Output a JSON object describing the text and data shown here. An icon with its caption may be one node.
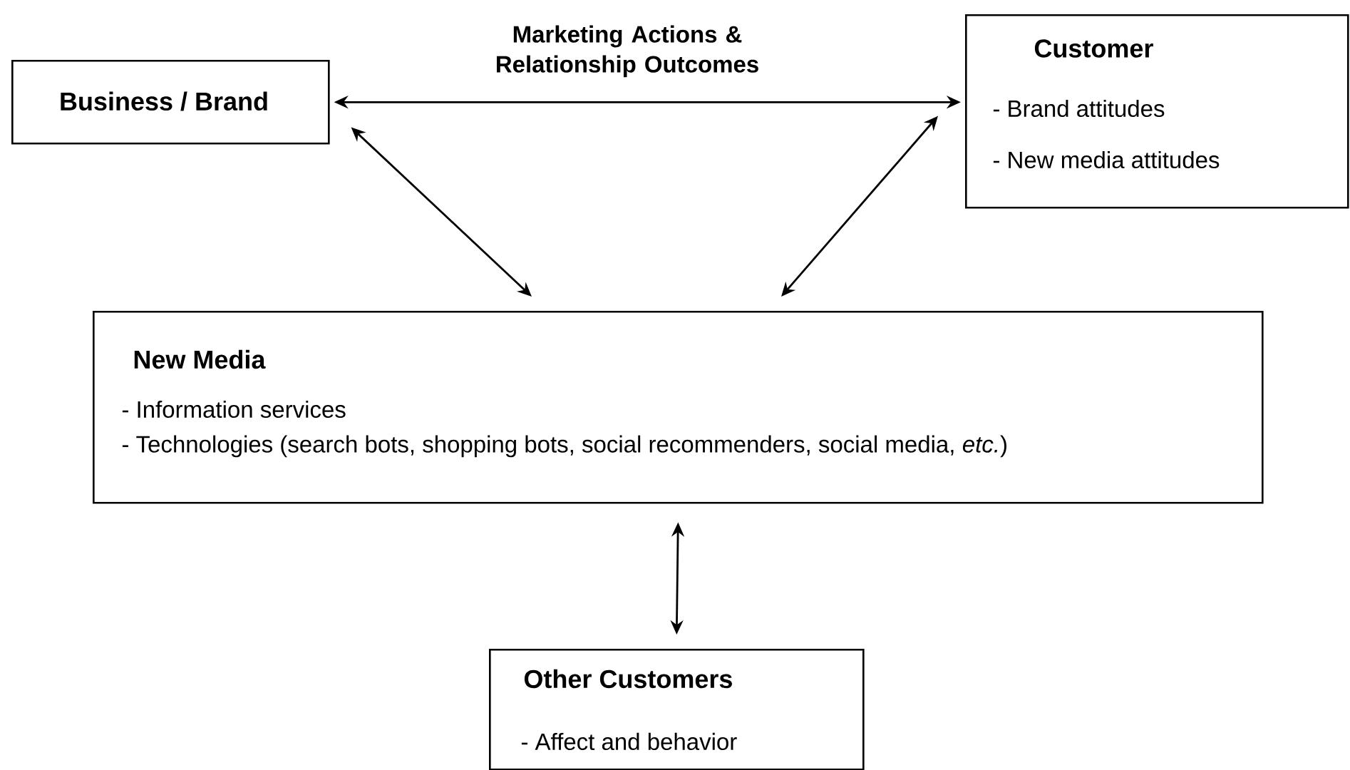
{
  "diagram": {
    "nodes": [
      {
        "text": [
          "Business / Brand"
        ]
      },
      {
        "text": [
          "Customer",
          "- Brand attitudes",
          "- New media attitudes"
        ]
      },
      {
        "text": [
          "New Media",
          "- Information services",
          "- Technologies (search bots, shopping bots, social recommenders, social media, *etc.*)"
        ]
      },
      {
        "text": [
          "Other Customers",
          "- Affect and behavior"
        ]
      }
    ],
    "edges": [
      {
        "from": 0,
        "to": 1,
        "arrow": "both",
        "label": "Marketing Actions & Relationship Outcomes"
      },
      {
        "from": 0,
        "to": 2,
        "arrow": "both"
      },
      {
        "from": 1,
        "to": 2,
        "arrow": "both"
      },
      {
        "from": 2,
        "to": 3,
        "arrow": "both"
      }
    ]
  }
}
